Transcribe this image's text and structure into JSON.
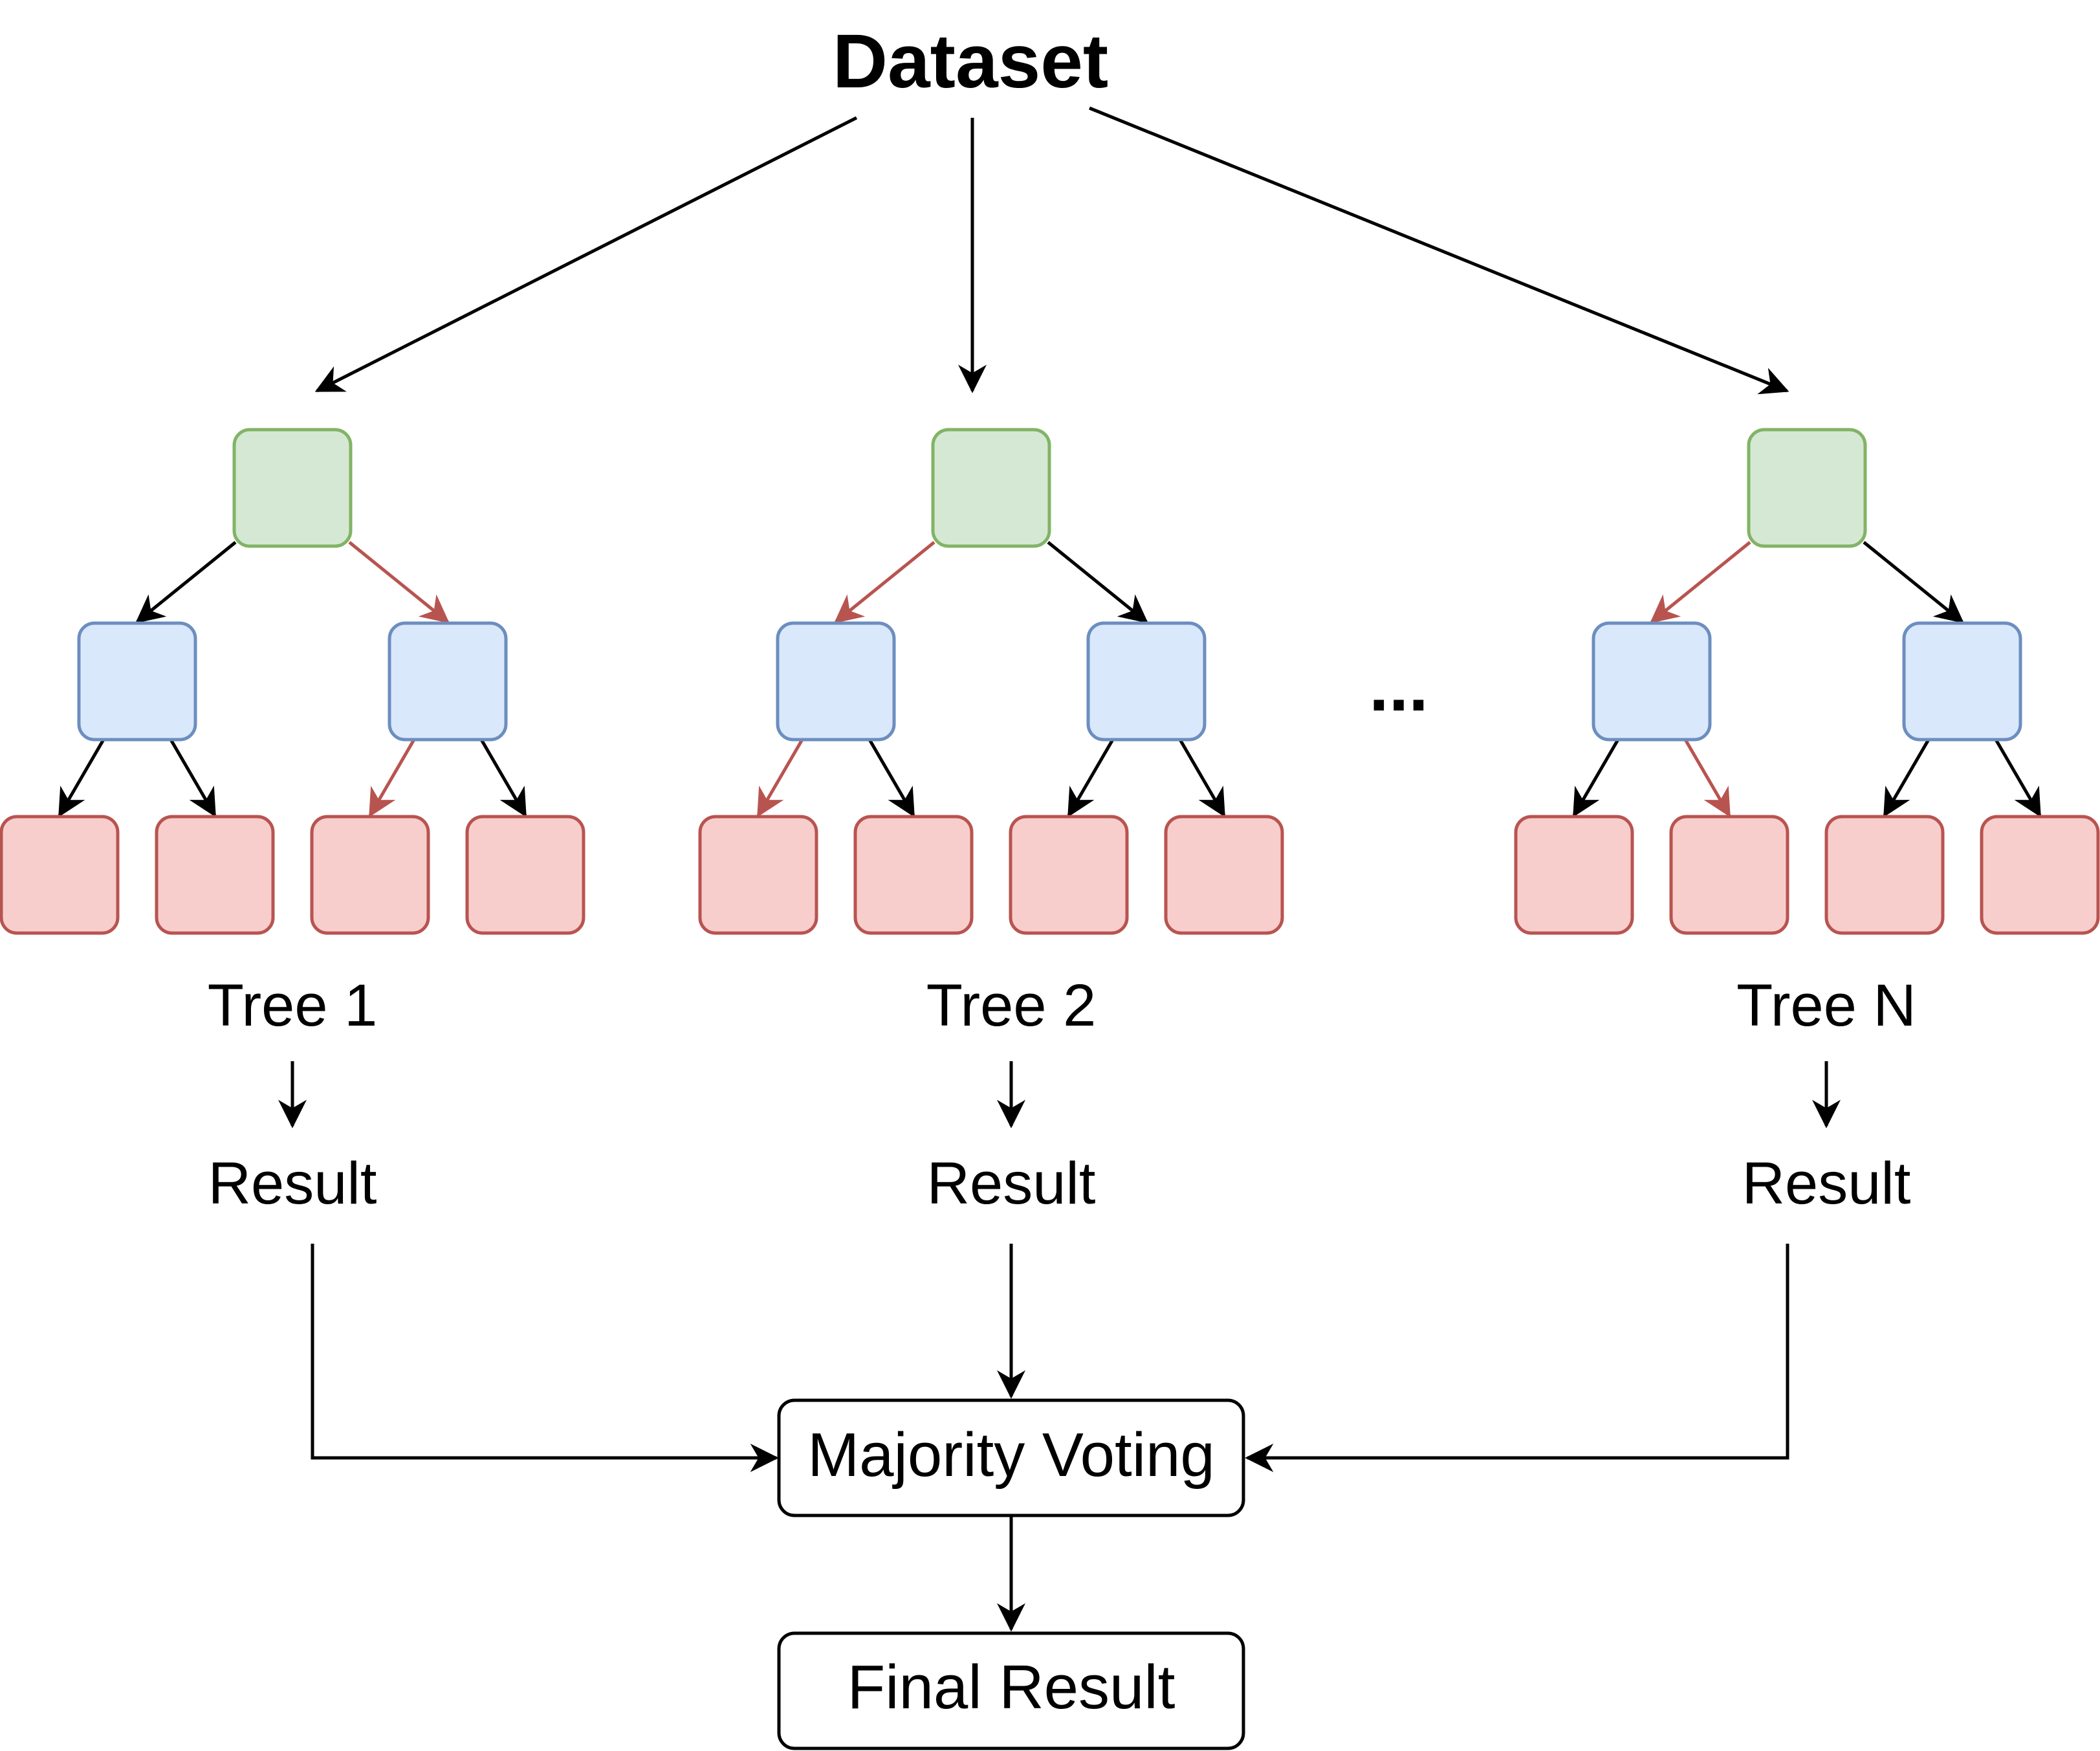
{
  "title": "Dataset",
  "trees": [
    {
      "label": "Tree 1",
      "result": "Result",
      "highlight_branch": "right",
      "highlight_leaf": 2
    },
    {
      "label": "Tree 2",
      "result": "Result",
      "highlight_branch": "left",
      "highlight_leaf": 0
    },
    {
      "label": "Tree N",
      "result": "Result",
      "highlight_branch": "left",
      "highlight_leaf": 1
    }
  ],
  "ellipsis": "...",
  "voting": {
    "label": "Majority Voting"
  },
  "final": {
    "label": "Final Result"
  },
  "colors": {
    "root_fill": "#d5e8d4",
    "root_stroke": "#82b366",
    "split_fill": "#dae8fc",
    "split_stroke": "#6c8ebf",
    "leaf_fill": "#f8cecc",
    "leaf_stroke": "#b85450",
    "edge": "#000000",
    "highlight_edge": "#b85450"
  }
}
